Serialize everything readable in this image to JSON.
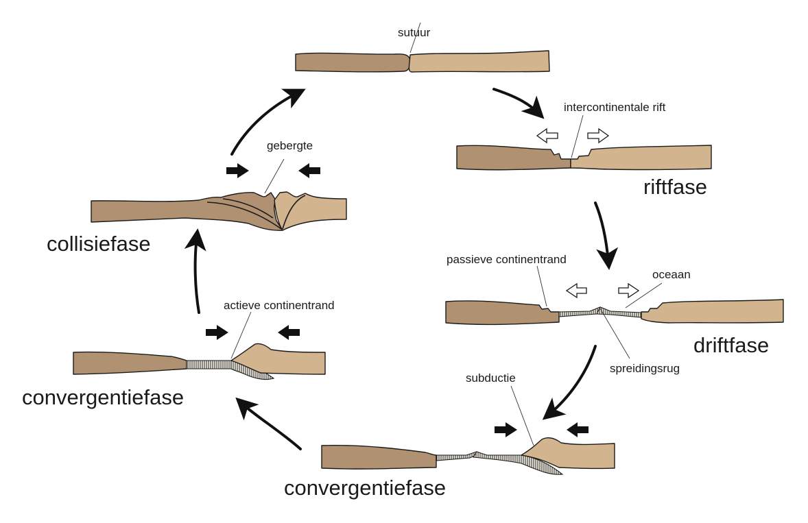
{
  "diagram": {
    "type": "Wilson cycle (plate tectonic cycle)",
    "colors": {
      "continent_left": "#B09272",
      "continent_right": "#D2B48F",
      "ocean_crust_hatch": "#1a1a1a",
      "arrows": "#111111"
    },
    "stages": [
      {
        "id": "suture",
        "phase_label": "",
        "annotations": [
          "sutuur"
        ]
      },
      {
        "id": "rift",
        "phase_label": "riftfase",
        "annotations": [
          "intercontinentale rift"
        ]
      },
      {
        "id": "drift",
        "phase_label": "driftfase",
        "annotations": [
          "passieve continentrand",
          "oceaan",
          "spreidingsrug"
        ]
      },
      {
        "id": "convergence-1",
        "phase_label": "convergentiefase",
        "annotations": [
          "subductie"
        ]
      },
      {
        "id": "convergence-2",
        "phase_label": "convergentiefase",
        "annotations": [
          "actieve continentrand"
        ]
      },
      {
        "id": "collision",
        "phase_label": "collisiefase",
        "annotations": [
          "gebergte"
        ]
      }
    ],
    "icons": {
      "cycle_arrow": "curved-arrow-icon",
      "compression": "solid-block-arrow-icon",
      "extension": "hollow-block-arrow-icon"
    }
  }
}
